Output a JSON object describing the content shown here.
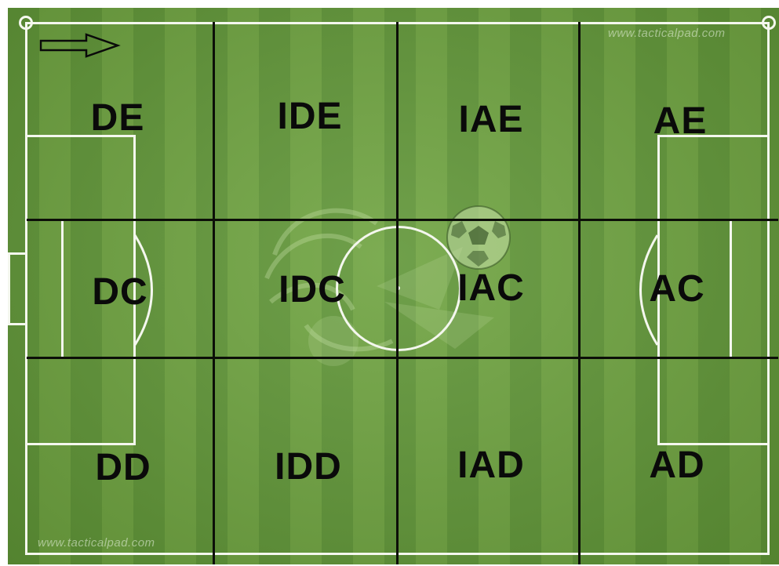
{
  "watermark": {
    "top_right": "www.tacticalpad.com",
    "bottom_left": "www.tacticalpad.com"
  },
  "direction_arrow": {
    "icon": "right-arrow-icon"
  },
  "zones": {
    "DE": "DE",
    "IDE": "IDE",
    "IAE": "IAE",
    "AE": "AE",
    "DC": "DC",
    "IDC": "IDC",
    "IAC": "IAC",
    "AC": "AC",
    "DD": "DD",
    "IDD": "IDD",
    "IAD": "IAD",
    "AD": "AD"
  },
  "colors": {
    "grass_dark": "#5f9536",
    "grass_light": "#6ea33f",
    "pitch_lines": "#f4f7ee",
    "grid_lines": "#0c0f08",
    "labels": "#0a0a0a"
  }
}
